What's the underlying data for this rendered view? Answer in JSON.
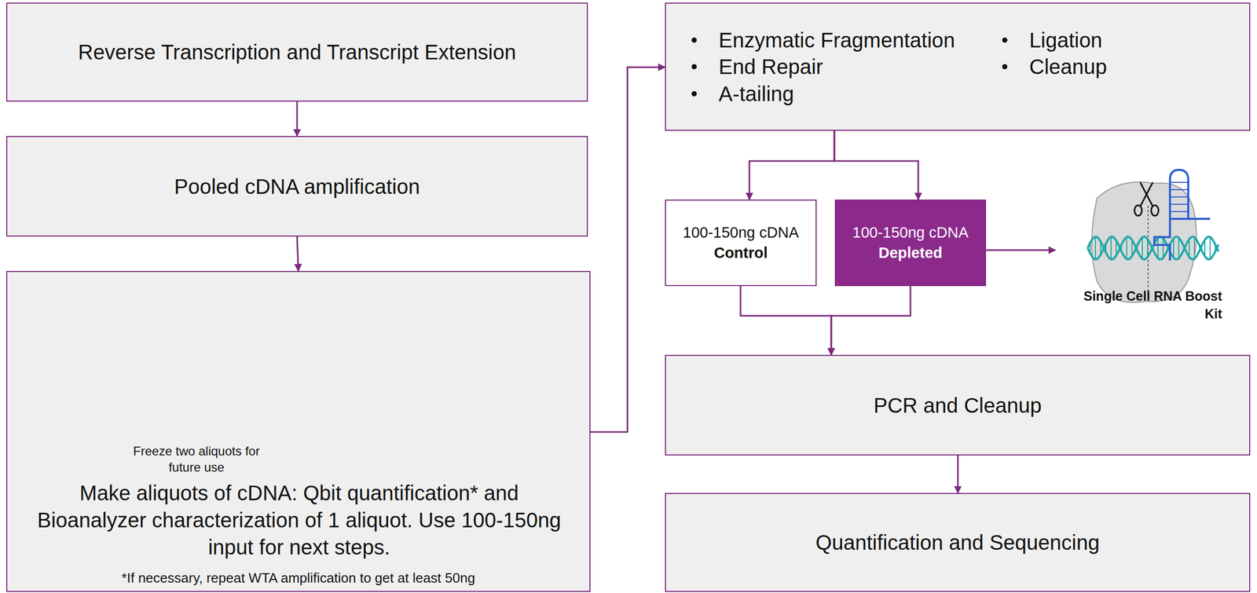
{
  "diagram": {
    "nodes": [
      {
        "text": [
          "Reverse Transcription and Transcript Extension"
        ]
      },
      {
        "text": [
          "Pooled cDNA amplification"
        ]
      },
      {
        "text": [
          "Make aliquots of cDNA: Qbit quantification* and Bioanalyzer characterization of 1 aliquot. Use 100-150ng input for next steps.",
          "*If necessary, repeat WTA amplification to get at least 50ng"
        ]
      },
      {
        "text": [
          "Enzymatic Fragmentation",
          "End Repair",
          "A-tailing",
          "Ligation",
          "Cleanup"
        ]
      },
      {
        "text": [
          "100-150ng cDNA",
          "Control"
        ]
      },
      {
        "text": [
          "100-150ng cDNA",
          "Depleted"
        ]
      },
      {
        "text": [
          "PCR and Cleanup"
        ]
      },
      {
        "text": [
          "Quantification and Sequencing"
        ]
      }
    ],
    "edges": [
      {
        "from": 0,
        "to": 1,
        "arrow": "to"
      },
      {
        "from": 1,
        "to": 2,
        "arrow": "to"
      },
      {
        "from": 2,
        "to": 3,
        "arrow": "to"
      },
      {
        "from": 3,
        "to": 4,
        "arrow": "to"
      },
      {
        "from": 3,
        "to": 5,
        "arrow": "to"
      },
      {
        "from": 4,
        "to": 6,
        "arrow": "to"
      },
      {
        "from": 5,
        "to": 6,
        "arrow": "to"
      },
      {
        "from": 6,
        "to": 7,
        "arrow": "to"
      }
    ],
    "labels": [
      "Freeze two aliquots for future use",
      "Single Cell RNA Boost Kit"
    ]
  }
}
